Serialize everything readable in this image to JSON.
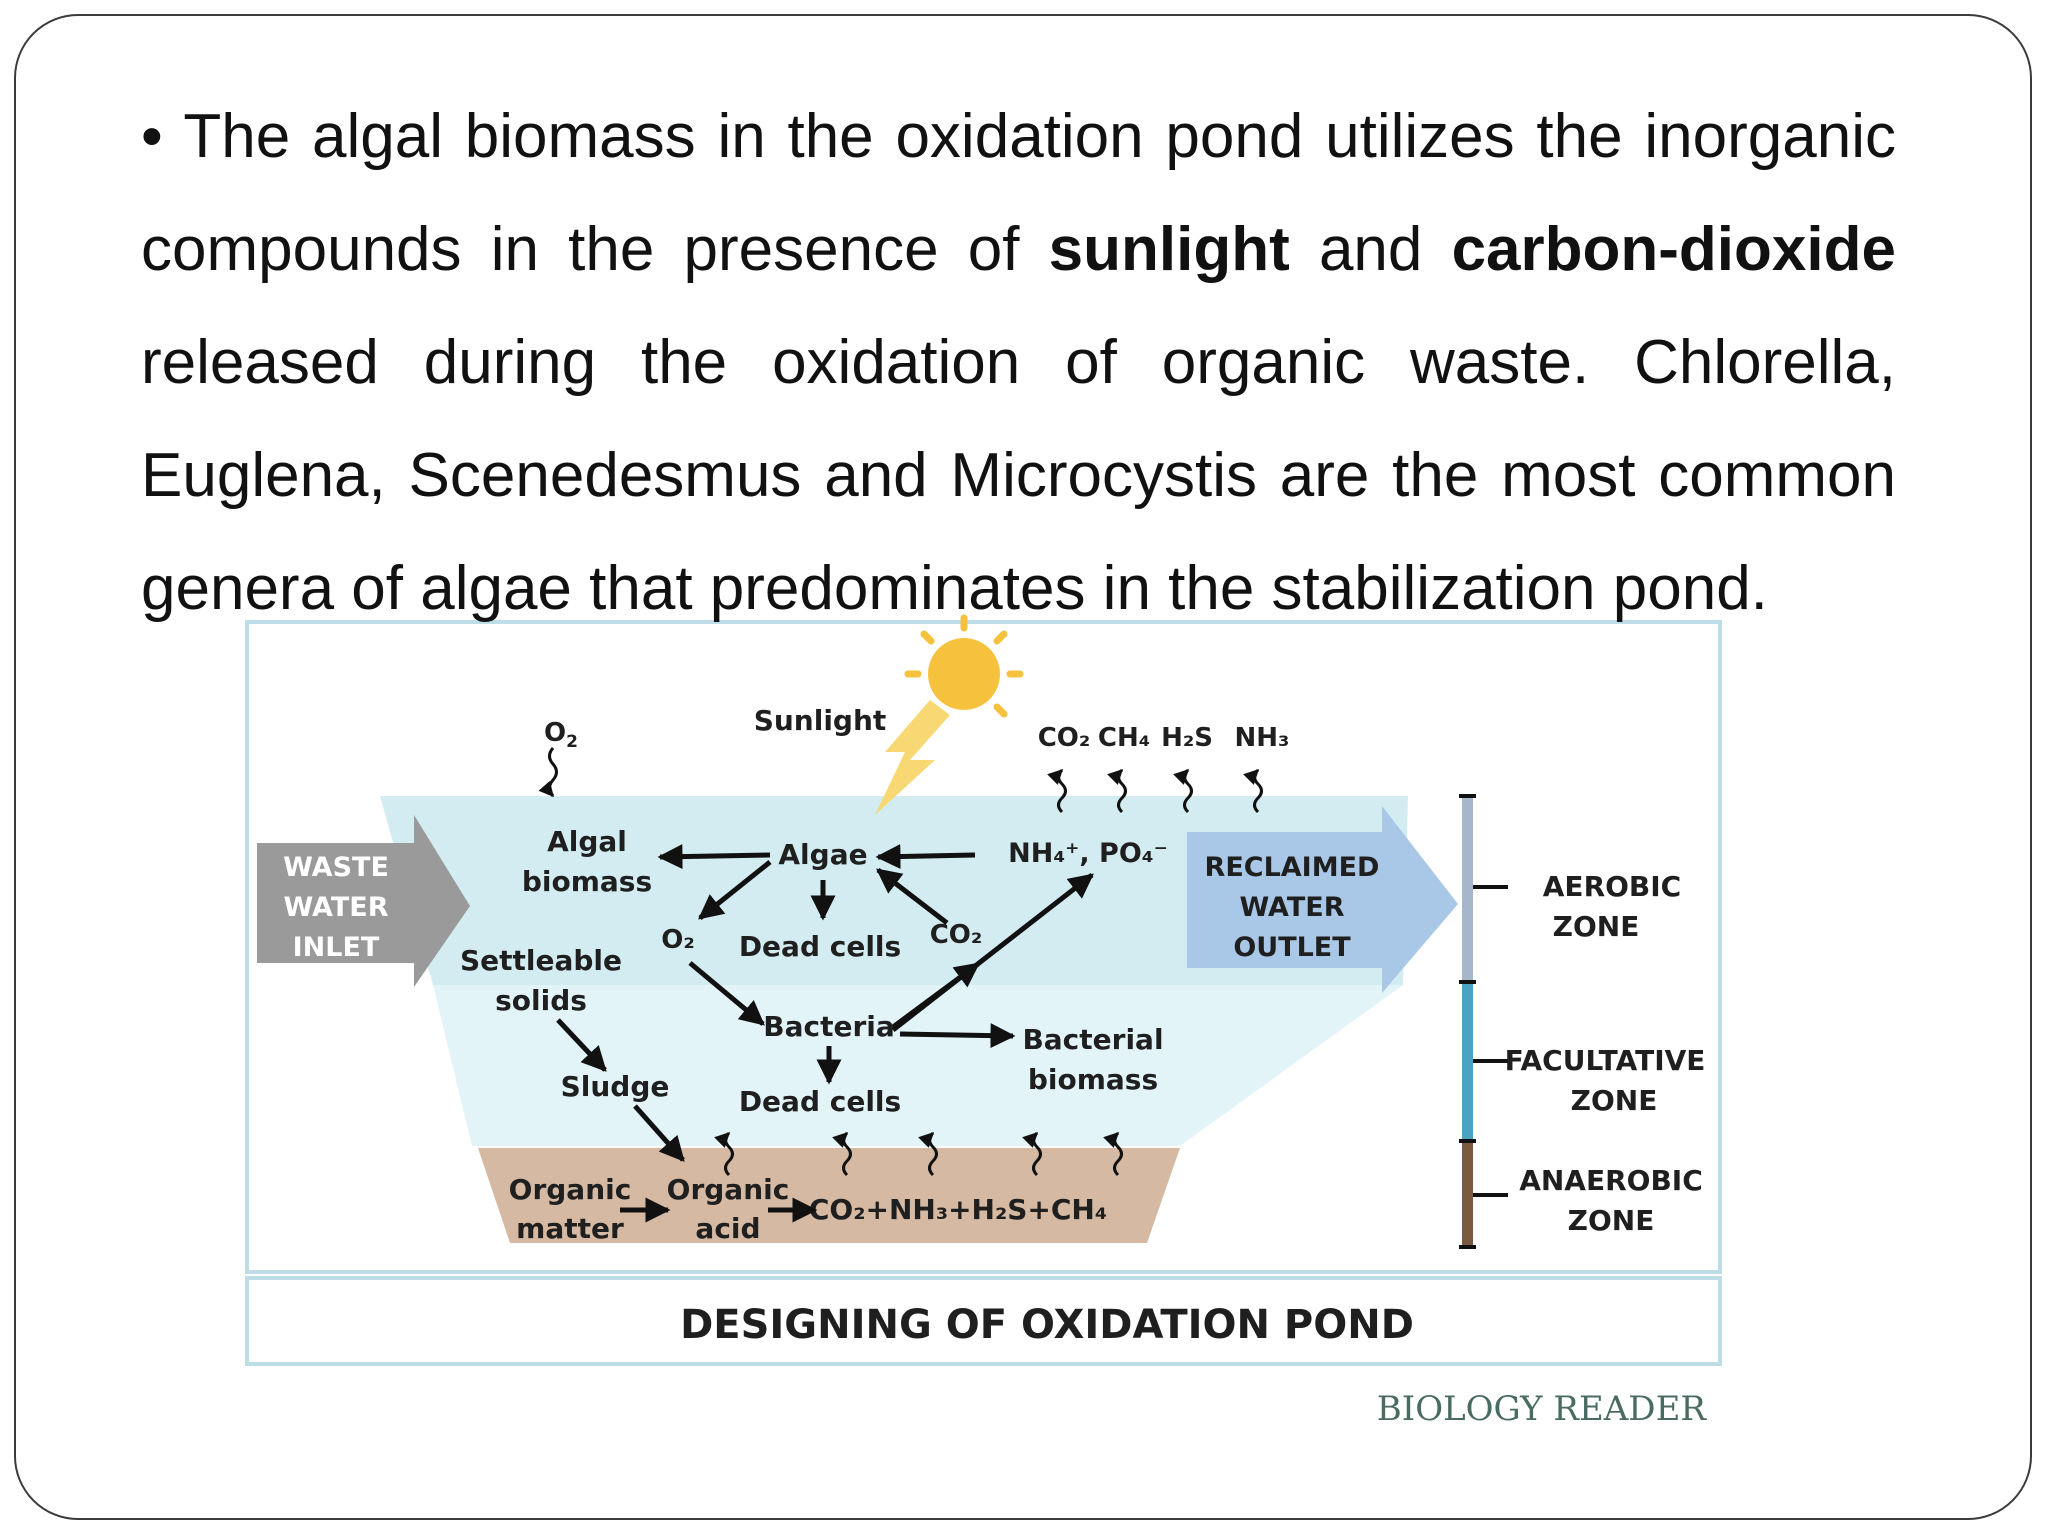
{
  "paragraph": {
    "bullet": "•",
    "t1": "The algal biomass in the oxidation pond utilizes the inorganic compounds in the presence of",
    "b1": "sunlight",
    "t2": "and",
    "b2": "carbon-dioxide",
    "t3": "released during the oxidation of organic waste. Chlorella, Euglena, Scenedesmus and Microcystis are the most common genera of algae that predominates in the stabilization pond."
  },
  "diagram": {
    "title": "DESIGNING OF OXIDATION POND",
    "credit": "BIOLOGY READER",
    "sunlight": "Sunlight",
    "o2_top": "O",
    "o2_sub": "2",
    "gases_top": [
      "CO₂",
      "CH₄",
      "H₂S",
      "NH₃"
    ],
    "inlet": [
      "WASTE",
      "WATER",
      "INLET"
    ],
    "outlet": [
      "RECLAIMED",
      "WATER",
      "OUTLET"
    ],
    "algal_biomass": [
      "Algal",
      "biomass"
    ],
    "algae": "Algae",
    "nutrients": "NH₄⁺, PO₄⁻",
    "o2_mid": "O₂",
    "dead_cells_1": "Dead cells",
    "co2_mid": "CO₂",
    "settleable": [
      "Settleable",
      "solids"
    ],
    "bacteria": "Bacteria",
    "bacterial_biomass": [
      "Bacterial",
      "biomass"
    ],
    "sludge": "Sludge",
    "dead_cells_2": "Dead cells",
    "organic_matter": [
      "Organic",
      "matter"
    ],
    "organic_acid": [
      "Organic",
      "acid"
    ],
    "products": "CO₂+NH₃+H₂S+CH₄",
    "zones": {
      "aerobic": [
        "AEROBIC",
        "ZONE"
      ],
      "facultative": [
        "FACULTATIVE",
        "ZONE"
      ],
      "anaerobic": [
        "ANAEROBIC",
        "ZONE"
      ]
    },
    "colors": {
      "water_top": "#d3ecf2",
      "water_mid": "#e3f4f8",
      "sediment": "#d6b9a2",
      "inlet_arrow": "#9a9a9a",
      "outlet_arrow": "#a9c7e6",
      "aerobic_bar": "#a6b7cc",
      "facultative_bar": "#4ba3c2",
      "anaerobic_bar": "#7a5a3e",
      "sun": "#f6c13c"
    }
  }
}
